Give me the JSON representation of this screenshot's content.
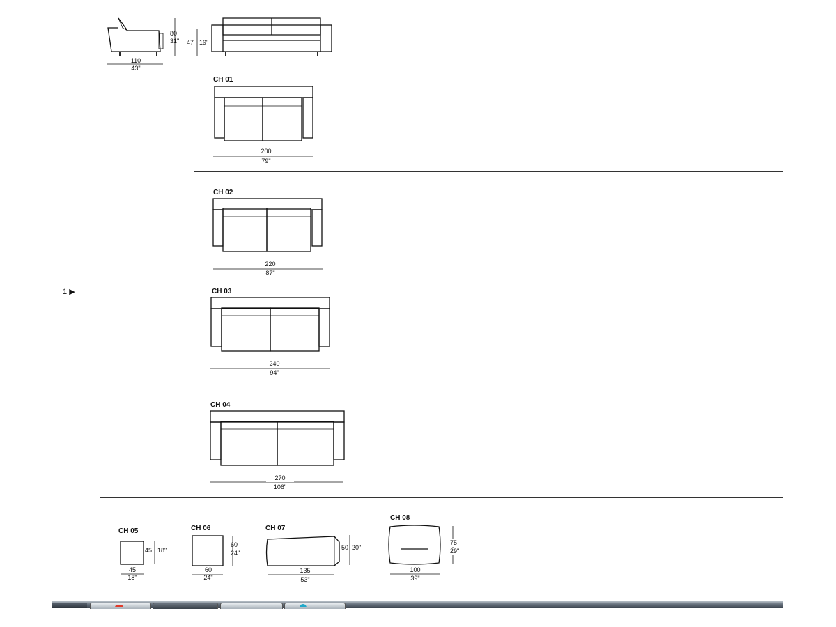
{
  "page_marker": {
    "number": "1"
  },
  "side_view": {
    "depth_cm": "110",
    "depth_in": "43\"",
    "height_cm": "80",
    "height_in": "31\"",
    "seat_cm": "47",
    "seat_in": "19\""
  },
  "models": [
    {
      "code": "CH 01",
      "width_cm": "200",
      "width_in": "79\""
    },
    {
      "code": "CH 02",
      "width_cm": "220",
      "width_in": "87\""
    },
    {
      "code": "CH 03",
      "width_cm": "240",
      "width_in": "94\""
    },
    {
      "code": "CH 04",
      "width_cm": "270",
      "width_in": "106\""
    },
    {
      "code": "CH 05",
      "width_cm": "45",
      "width_in": "18\"",
      "depth_cm": "45",
      "depth_in": "18\""
    },
    {
      "code": "CH 06",
      "width_cm": "60",
      "width_in": "24\"",
      "depth_cm": "60",
      "depth_in": "24\""
    },
    {
      "code": "CH 07",
      "width_cm": "135",
      "width_in": "53\"",
      "depth_cm": "50",
      "depth_in": "20\""
    },
    {
      "code": "CH 08",
      "width_cm": "100",
      "width_in": "39\"",
      "depth_cm": "75",
      "depth_in": "29\""
    }
  ],
  "colors": {
    "line": "#111111",
    "rule": "#333333",
    "taskbar": "#4a535c"
  }
}
